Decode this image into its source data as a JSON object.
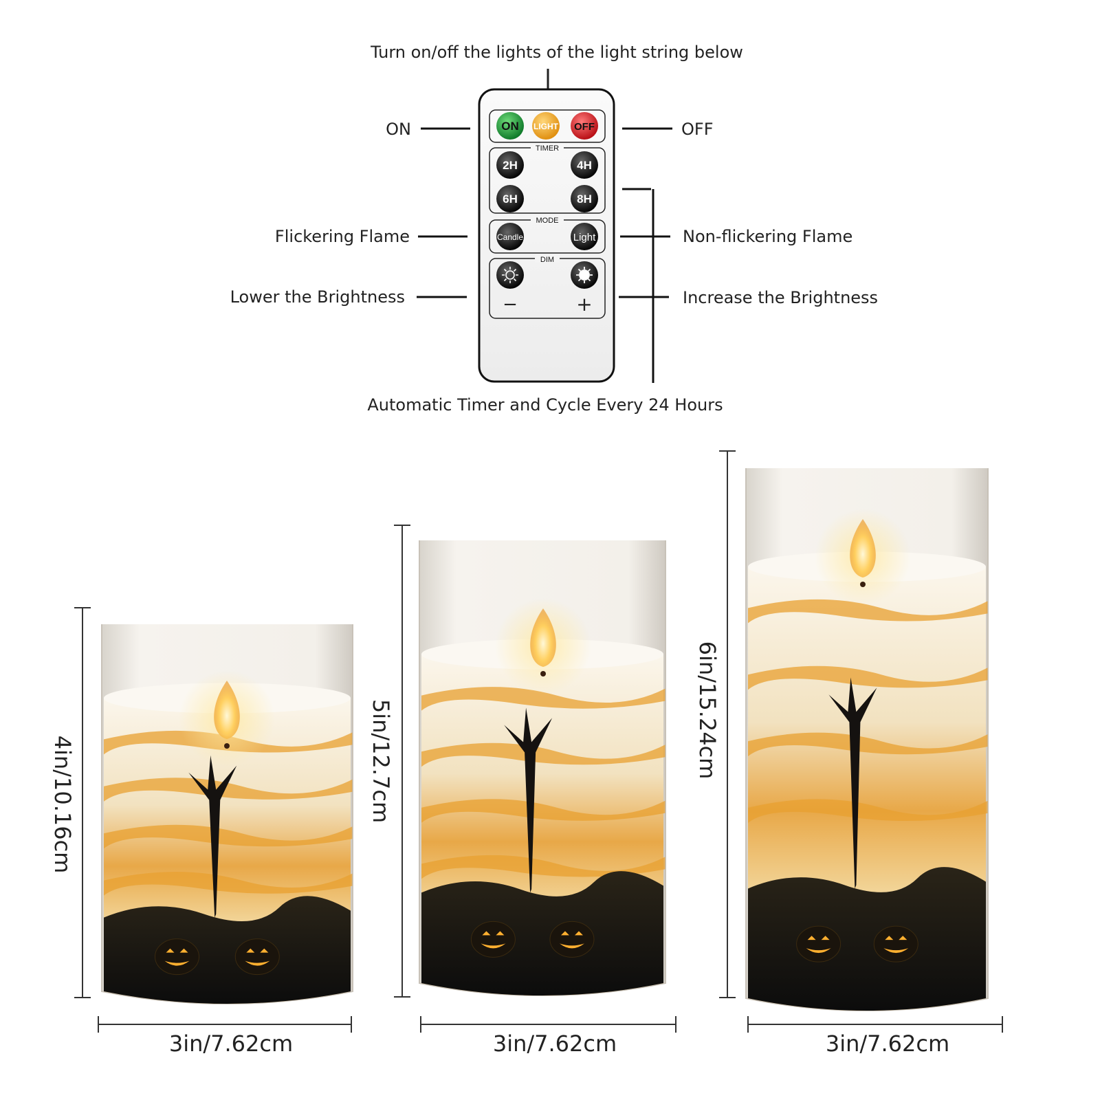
{
  "remote": {
    "top_caption": "Turn on/off the lights of the light string below",
    "bottom_caption": "Automatic Timer and Cycle Every 24 Hours",
    "buttons": {
      "on": "ON",
      "light": "LIGHT",
      "off": "OFF",
      "h2": "2H",
      "h4": "4H",
      "h6": "6H",
      "h8": "8H",
      "candle": "Candle",
      "light_mode": "Light",
      "minus": "−",
      "plus": "+"
    },
    "sections": {
      "timer": "TIMER",
      "mode": "MODE",
      "dim": "DIM"
    },
    "callouts": {
      "on": "ON",
      "off": "OFF",
      "flicker": "Flickering Flame",
      "nonflicker": "Non-flickering Flame",
      "lower": "Lower the Brightness",
      "increase": "Increase the Brightness"
    },
    "colors": {
      "on": "#1f9a3a",
      "light": "#f0a62a",
      "off": "#e0232a",
      "dark": "#1a1a1a"
    }
  },
  "candles": [
    {
      "height_label": "4in/10.16cm",
      "width_label": "3in/7.62cm"
    },
    {
      "height_label": "5in/12.7cm",
      "width_label": "3in/7.62cm"
    },
    {
      "height_label": "6in/15.24cm",
      "width_label": "3in/7.62cm"
    }
  ]
}
